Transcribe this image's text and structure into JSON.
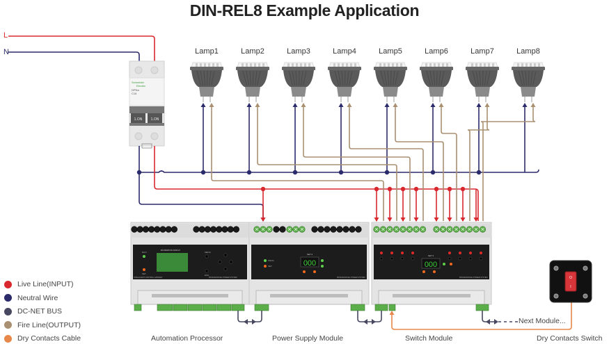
{
  "title": "DIN-REL8 Example Application",
  "supply_labels": {
    "live": "L",
    "neutral": "N"
  },
  "lamps": [
    "Lamp1",
    "Lamp2",
    "Lamp3",
    "Lamp4",
    "Lamp5",
    "Lamp6",
    "Lamp7",
    "Lamp8"
  ],
  "legend": [
    {
      "label": "Live Line(INPUT)",
      "color": "#d8282e"
    },
    {
      "label": "Neutral Wire",
      "color": "#2b2a6b"
    },
    {
      "label": "DC-NET BUS",
      "color": "#474760"
    },
    {
      "label": "Fire Line(OUTPUT)",
      "color": "#a99071"
    },
    {
      "label": "Dry Contacts Cable",
      "color": "#e8874a"
    }
  ],
  "modules": [
    {
      "label": "Automation Processor",
      "display_title": "INFORMATION DISPLAY",
      "left_text": "INTELLIGENT CONTROL GATEWAY",
      "right_text": "PROFESSIONAL POWER SYSTEM",
      "leds": [
        "RUN",
        "SET"
      ],
      "buttons": [
        "MENU",
        "ESC"
      ]
    },
    {
      "label": "Power Supply Module",
      "display_value": "000",
      "display_title": "SET 0",
      "leds": [
        "PROG",
        "SET"
      ],
      "right_text": "PROFESSIONAL POWER SYSTEM"
    },
    {
      "label": "Switch Module",
      "display_value": "000",
      "display_title": "SET 0",
      "leds": [
        "RUN",
        "SET"
      ],
      "right_text": "PROFESSIONAL POWER SYSTEM"
    }
  ],
  "breaker": {
    "brand": "Schneider Electric",
    "model": "DPNa C16",
    "switches": [
      "1.ON",
      "1.ON"
    ]
  },
  "dry_switch": {
    "label": "Dry Contacts Switch",
    "on": "O",
    "off": "I"
  },
  "next_module": "Next Module...",
  "colors": {
    "live": "#d8282e",
    "neutral": "#2b2a6b",
    "bus": "#474760",
    "fire": "#a99071",
    "dry": "#e8874a"
  }
}
